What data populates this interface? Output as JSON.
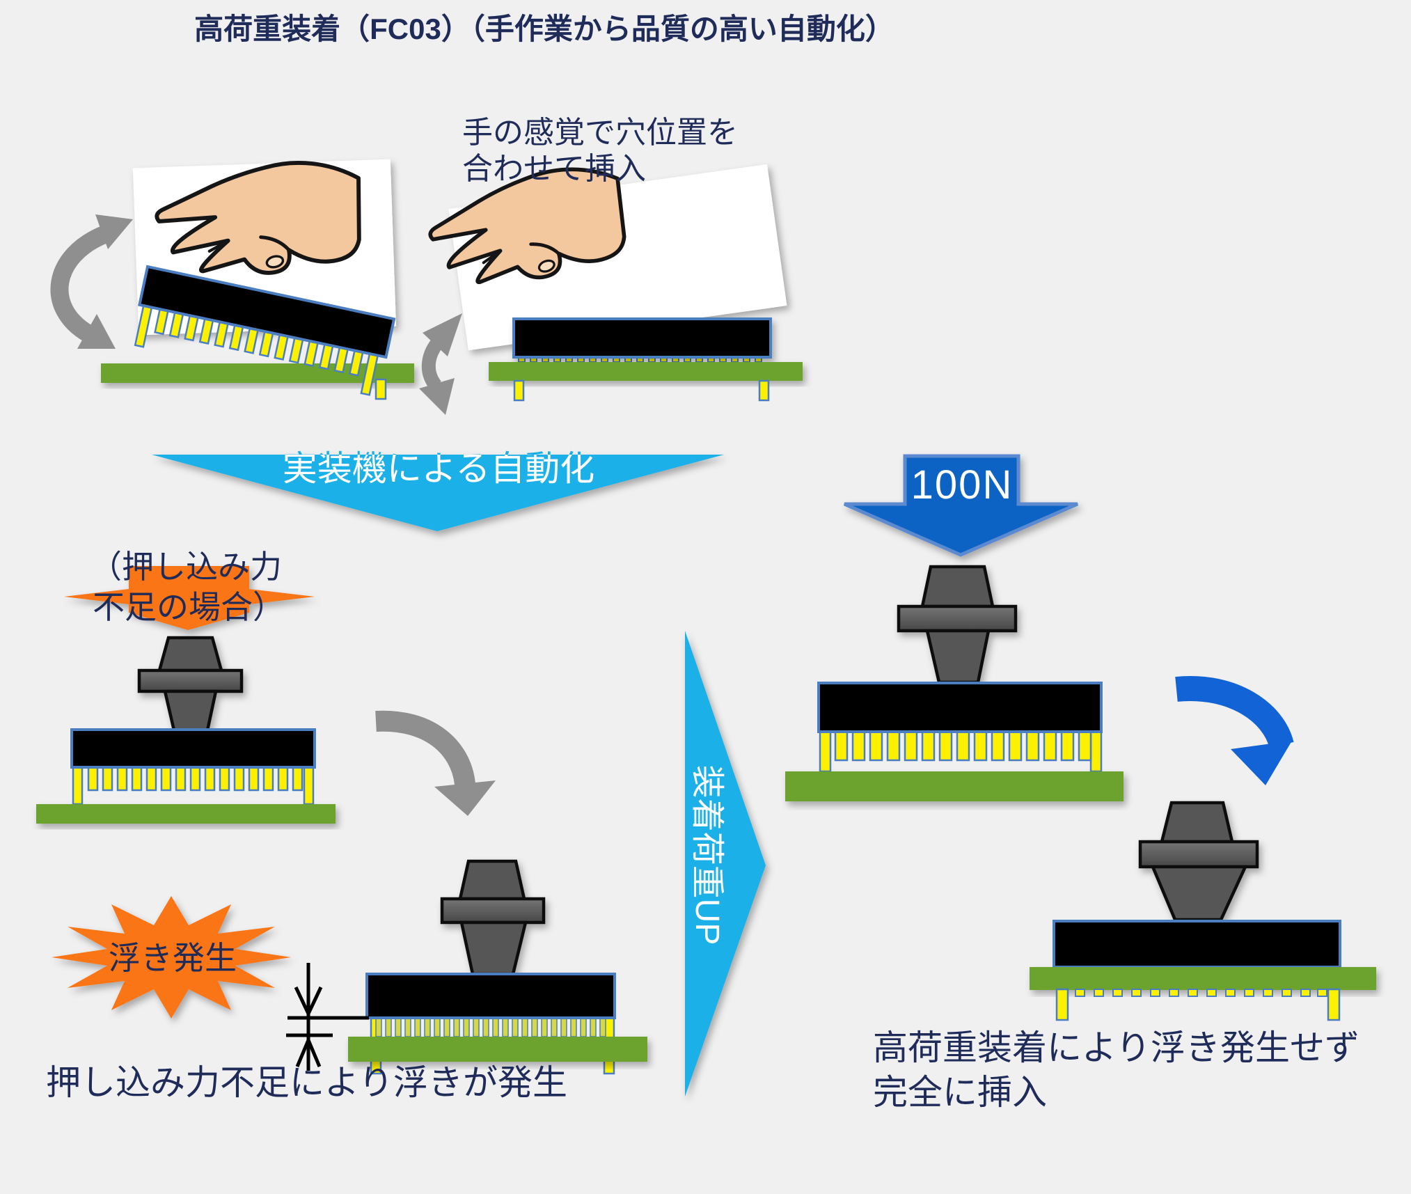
{
  "title": "高荷重装着（FC03）（手作業から品質の高い自動化）",
  "manual_step": {
    "caption_line1": "手の感覚で穴位置を",
    "caption_line2": "合わせて挿入"
  },
  "automation_transition": {
    "label": "実装機による自動化"
  },
  "insufficient_case": {
    "line1": "（押し込み力",
    "line2": "不足の場合）"
  },
  "float_warning": {
    "label": "浮き発生"
  },
  "insufficient_result": {
    "caption": "押し込み力不足により浮きが発生"
  },
  "load_up_transition": {
    "label": "装着荷重UP"
  },
  "high_load": {
    "force_label": "100N"
  },
  "high_load_result": {
    "caption_line1": "高荷重装着により浮き発生せず",
    "caption_line2": "完全に挿入"
  },
  "colors": {
    "background": "#f0f0f1",
    "text_navy": "#1f2b58",
    "accent_cyan": "#1ab0e8",
    "warning_orange": "#f97414",
    "pcb_green": "#6ca32e",
    "pin_yellow": "#fdf000",
    "pin_outline_blue": "#4a7ec0",
    "force_arrow_blue": "#0c63c4",
    "curved_arrow_blue": "#1263d6",
    "gray_arrow": "#8f8f8f"
  }
}
